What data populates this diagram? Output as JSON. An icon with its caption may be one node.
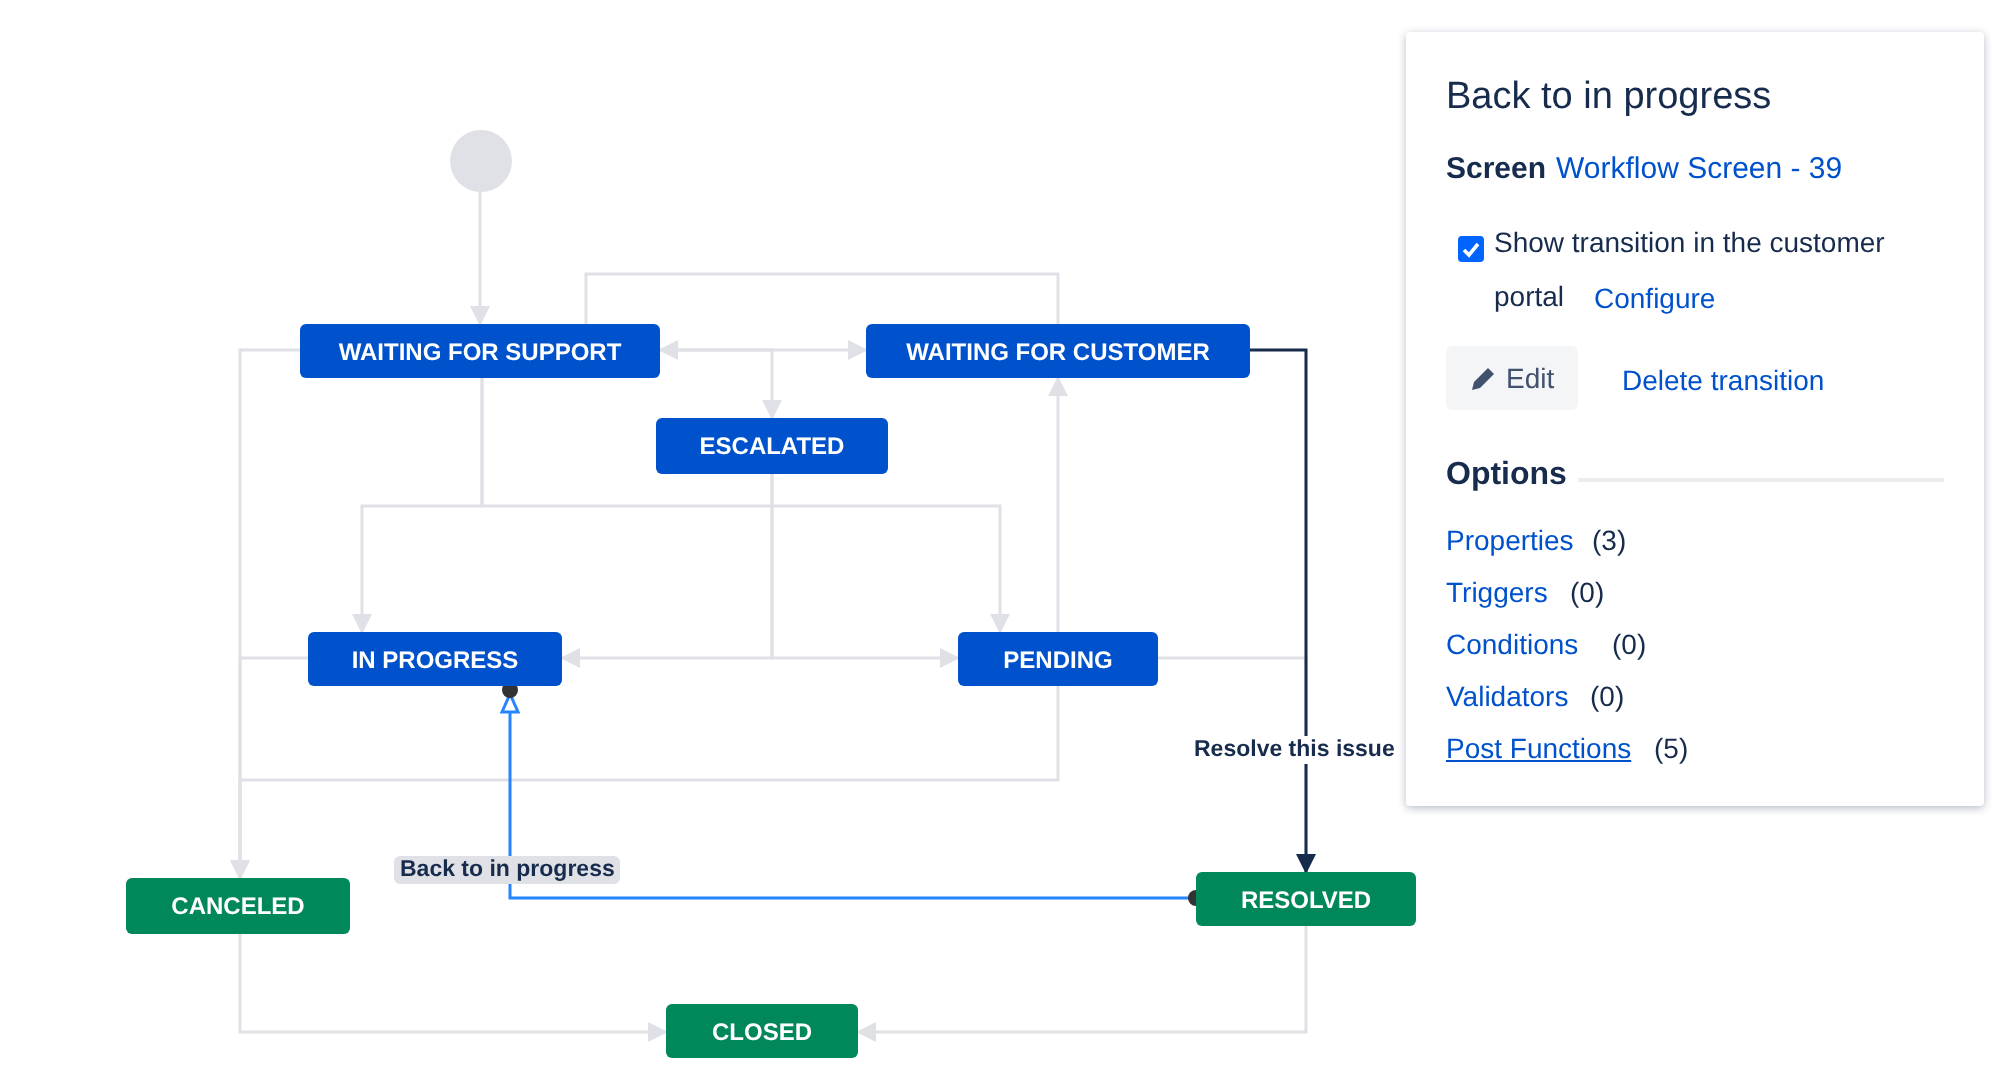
{
  "diagram": {
    "nodes": [
      {
        "text": [],
        "shape": "circle"
      },
      {
        "text": [
          "WAITING FOR SUPPORT"
        ]
      },
      {
        "text": [
          "WAITING FOR CUSTOMER"
        ]
      },
      {
        "text": [
          "ESCALATED"
        ]
      },
      {
        "text": [
          "IN PROGRESS"
        ]
      },
      {
        "text": [
          "PENDING"
        ]
      },
      {
        "text": [
          "CANCELED"
        ]
      },
      {
        "text": [
          "RESOLVED"
        ]
      },
      {
        "text": [
          "CLOSED"
        ]
      }
    ],
    "edges": [
      {
        "from": 0,
        "to": 1,
        "arrow": "to"
      },
      {
        "from": 1,
        "to": 2,
        "arrow": "both"
      },
      {
        "from": 1,
        "to": 3,
        "arrow": "to"
      },
      {
        "from": 1,
        "to": 4,
        "arrow": "to"
      },
      {
        "from": 1,
        "to": 5,
        "arrow": "to"
      },
      {
        "from": 3,
        "to": 4,
        "arrow": "to"
      },
      {
        "from": 3,
        "to": 5,
        "arrow": "to"
      },
      {
        "from": 5,
        "to": 2,
        "arrow": "to"
      },
      {
        "from": 5,
        "to": 6,
        "arrow": "to"
      },
      {
        "from": 1,
        "to": 6,
        "arrow": "to"
      },
      {
        "from": 4,
        "to": 6,
        "arrow": "to"
      },
      {
        "from": 1,
        "to": 2,
        "arrow": "none"
      },
      {
        "from": 5,
        "to": 7,
        "arrow": "none"
      },
      {
        "from": 2,
        "to": 7,
        "arrow": "to",
        "label": "Resolve this issue",
        "color": "#172b4d"
      },
      {
        "from": 7,
        "to": 4,
        "arrow": "to",
        "label": "Back to in progress",
        "color": "#2684ff"
      },
      {
        "from": 6,
        "to": 8,
        "arrow": "to"
      },
      {
        "from": 7,
        "to": 8,
        "arrow": "to"
      }
    ],
    "labels": [
      "Back to in progress",
      "Screen",
      "Workflow Screen - 39",
      "Show transition in the customer portal",
      "Configure",
      "Edit",
      "Delete transition",
      "Options",
      "Properties",
      "(3)",
      "Triggers",
      "(0)",
      "Conditions",
      "(0)",
      "Validators",
      "(0)",
      "Post Functions",
      "(5)"
    ]
  }
}
